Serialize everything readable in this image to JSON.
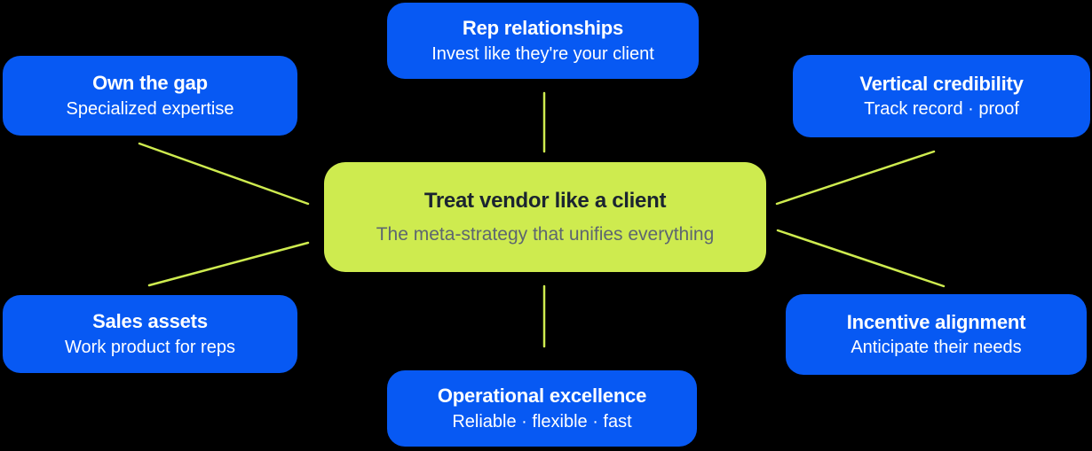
{
  "colors": {
    "background": "#000000",
    "blue": "#0759F3",
    "lime": "#CEEB4F",
    "ink": "#1B2430",
    "muted": "#5D6670",
    "white": "#FFFFFF"
  },
  "diagram": {
    "center": {
      "title": "Treat vendor like a client",
      "subtitle": "The meta-strategy that unifies everything"
    },
    "nodes": [
      {
        "id": "rep-relationships",
        "title": "Rep relationships",
        "subtitle": "Invest like they're your client"
      },
      {
        "id": "own-the-gap",
        "title": "Own the gap",
        "subtitle": "Specialized expertise"
      },
      {
        "id": "vertical-credibility",
        "title": "Vertical credibility",
        "subtitle": "Track record · proof"
      },
      {
        "id": "sales-assets",
        "title": "Sales assets",
        "subtitle": "Work product for reps"
      },
      {
        "id": "incentive-alignment",
        "title": "Incentive alignment",
        "subtitle": "Anticipate their needs"
      },
      {
        "id": "operational-excellence",
        "title": "Operational excellence",
        "subtitle": "Reliable · flexible · fast"
      }
    ]
  }
}
